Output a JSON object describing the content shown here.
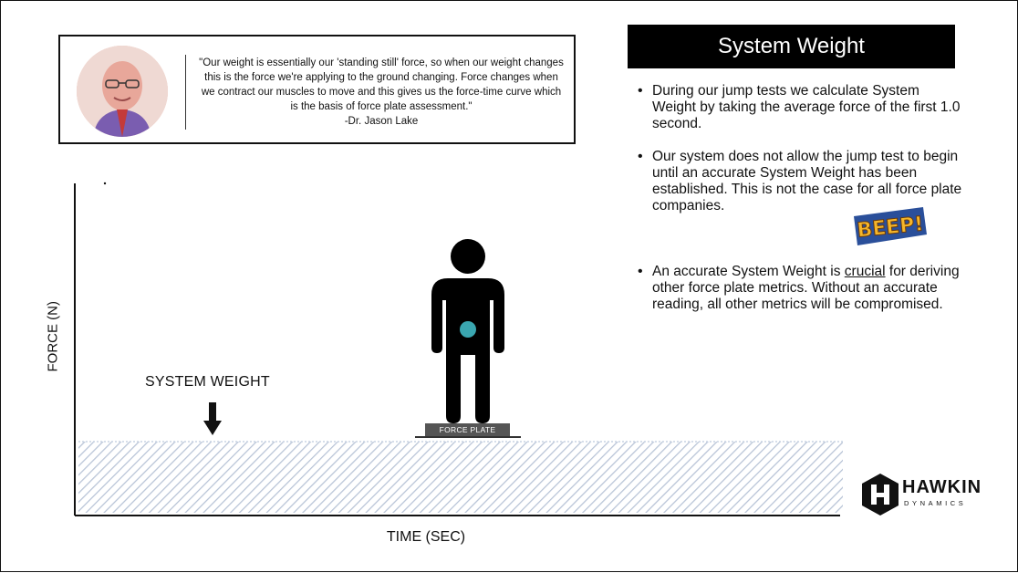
{
  "quote": {
    "text": "\"Our weight is essentially our 'standing still' force, so when our weight changes this is the force we're applying to the ground changing. Force changes when we contract our muscles to move and this gives us the force-time curve which is the basis of force plate assessment.\"",
    "author": "-Dr. Jason Lake"
  },
  "header": {
    "title": "System Weight"
  },
  "bullets": {
    "b1": "During our jump tests we calculate System Weight by taking the average force of the first 1.0 second.",
    "b2": "Our system does not allow the jump test to begin until an accurate System Weight has been established. This is not the case for all force plate companies.",
    "b3_pre": "An accurate System Weight is ",
    "b3_emph": "crucial",
    "b3_post": " for deriving other force plate metrics. Without an accurate reading, all other metrics will be compromised."
  },
  "beep": {
    "text": "BEEP!"
  },
  "diagram": {
    "y_label": "FORCE (N)",
    "x_label": "TIME (SEC)",
    "system_weight_label": "SYSTEM WEIGHT",
    "plate_label": "FORCE PLATE"
  },
  "logo": {
    "word": "HAWKIN",
    "sub": "DYNAMICS"
  },
  "colors": {
    "accent_dot": "#3aa6b0",
    "hatch": "#b7c3d6",
    "header_bg": "#000000"
  }
}
